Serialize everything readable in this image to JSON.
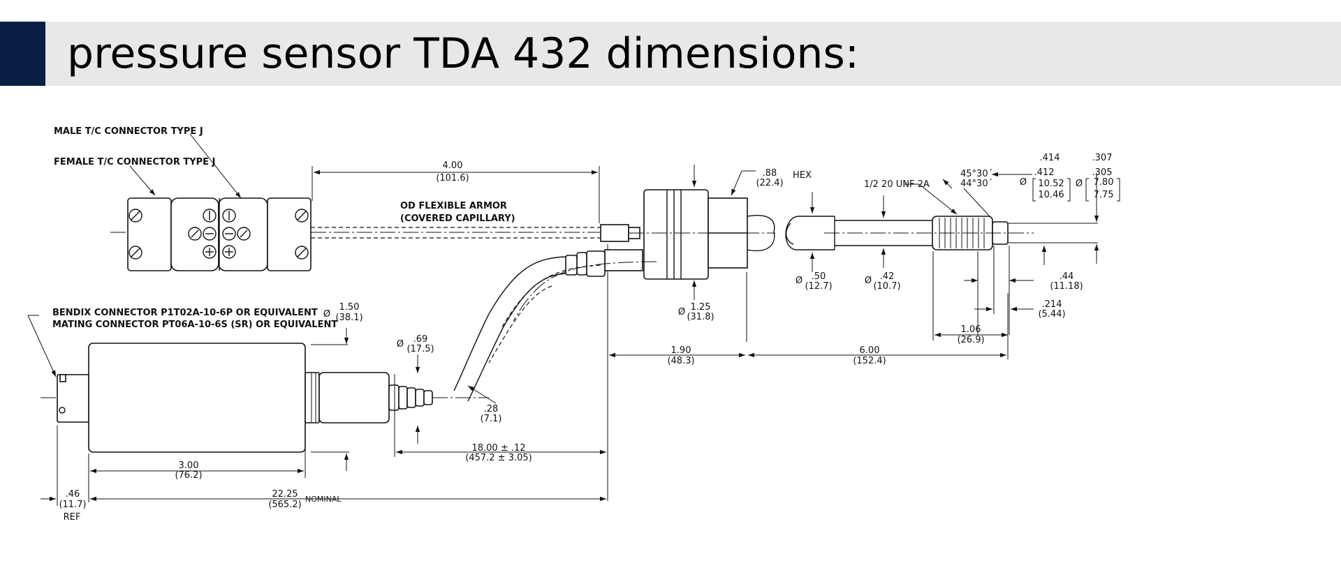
{
  "title": "pressure sensor TDA 432 dimensions:",
  "labels": {
    "male_connector": "MALE T/C CONNECTOR TYPE J",
    "female_connector": "FEMALE T/C CONNECTOR TYPE J",
    "armor_line1": "OD FLEXIBLE ARMOR",
    "armor_line2": "(COVERED CAPILLARY)",
    "bendix_line1": "BENDIX CONNECTOR P1T02A-10-6P OR EQUIVALENT",
    "bendix_line2": "MATING CONNECTOR PT06A-10-6S (SR) OR EQUIVALENT",
    "hex": "HEX",
    "thread": "1/2 20 UNF 2A",
    "angle_top": "45°30´",
    "angle_bottom": "44°30´",
    "nominal": "NOMINAL",
    "ref": "REF",
    "dia": "Ø"
  },
  "dimensions": {
    "d400_in": "4.00",
    "d400_mm": "(101.6)",
    "d88_in": ".88",
    "d88_mm": "(22.4)",
    "d414": ".414",
    "d412": ".412",
    "d1052": "10.52",
    "d1046": "10.46",
    "d307": ".307",
    "d305": ".305",
    "d780": "7.80",
    "d775": "7.75",
    "d150_in": "1.50",
    "d150_mm": "(38.1)",
    "d69_in": ".69",
    "d69_mm": "(17.5)",
    "d125_in": "1.25",
    "d125_mm": "(31.8)",
    "d50_in": ".50",
    "d50_mm": "(12.7)",
    "d42_in": ".42",
    "d42_mm": "(10.7)",
    "d44_in": ".44",
    "d44_mm": "(11.18)",
    "d214_in": ".214",
    "d214_mm": "(5.44)",
    "d106_in": "1.06",
    "d106_mm": "(26.9)",
    "d190_in": "1.90",
    "d190_mm": "(48.3)",
    "d600_in": "6.00",
    "d600_mm": "(152.4)",
    "d28_in": ".28",
    "d28_mm": "(7.1)",
    "d1800_in": "18.00 ± .12",
    "d1800_mm": "(457.2 ± 3.05)",
    "d300_in": "3.00",
    "d300_mm": "(76.2)",
    "d2225_in": "22.25",
    "d2225_mm": "(565.2)",
    "d46_in": ".46",
    "d46_mm": "(11.7)"
  }
}
